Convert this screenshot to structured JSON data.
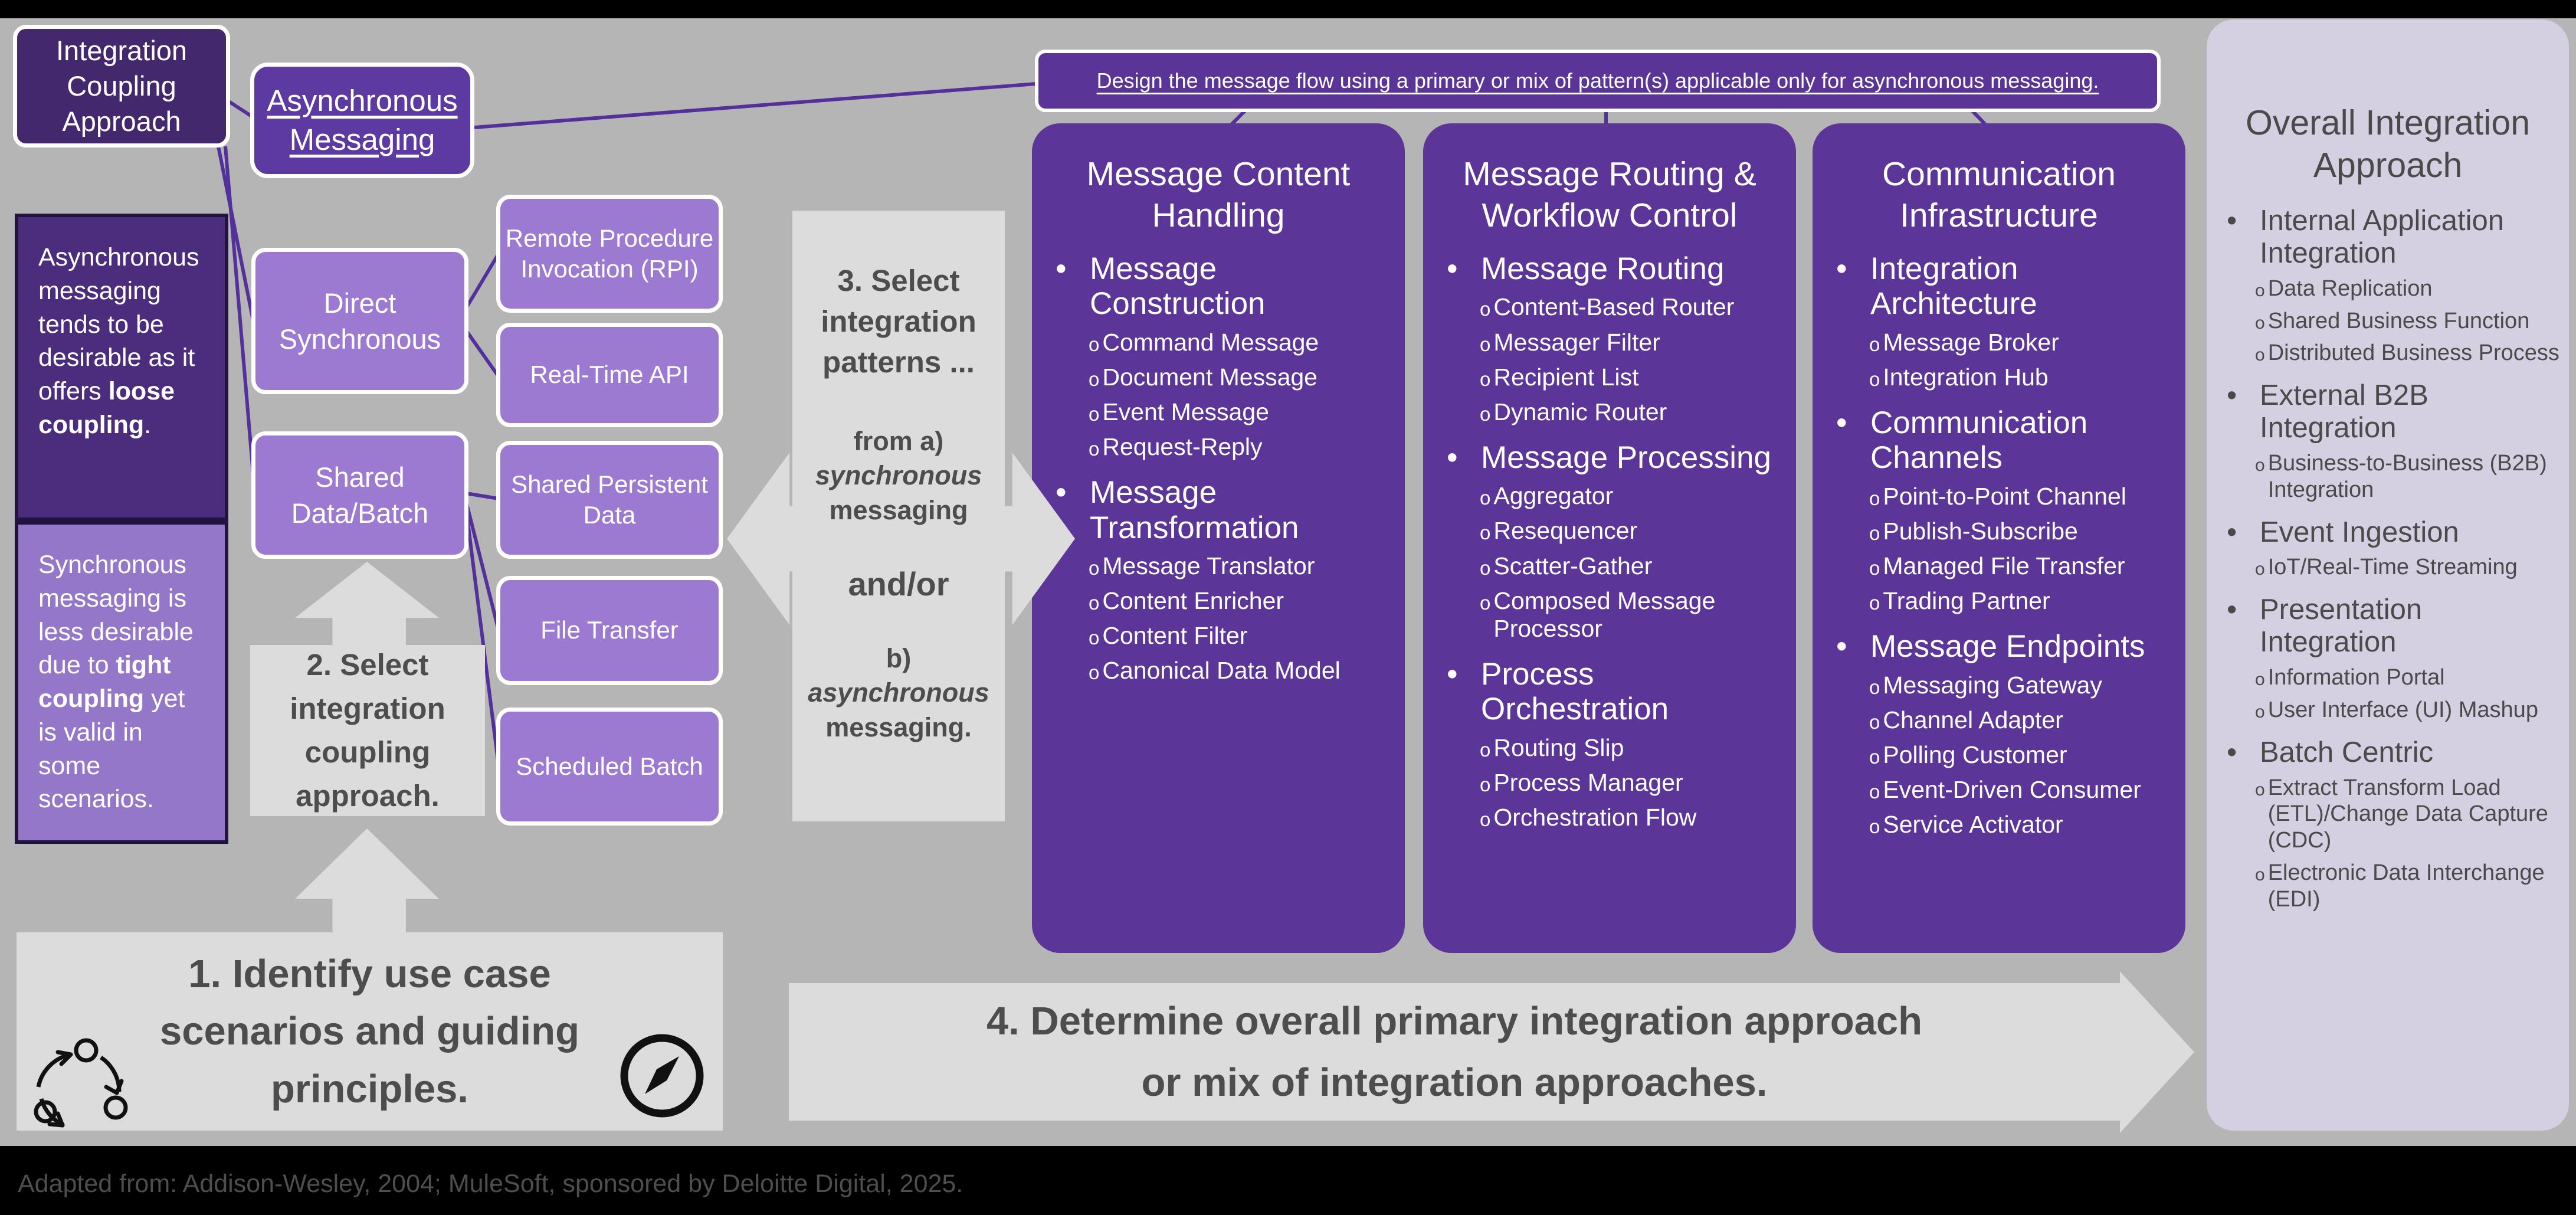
{
  "header": {
    "coupling_approach_label": "Integration Coupling Approach",
    "async_messaging_label": "Asynchronous Messaging",
    "banner_text": "Design the message flow using a primary or mix of pattern(s) applicable only for asynchronous messaging."
  },
  "notes": {
    "async": {
      "pre": "Asynchronous messaging tends to be desirable as it offers ",
      "bold": "loose coupling",
      "post": "."
    },
    "sync": {
      "pre": "Synchronous messaging is less desirable due to ",
      "bold": "tight coupling",
      "post": " yet is valid in some scenarios."
    }
  },
  "coupling_options": {
    "direct": "Direct Synchronous",
    "shared": "Shared Data/Batch"
  },
  "pattern_options": [
    "Remote Procedure Invocation (RPI)",
    "Real-Time API",
    "Shared Persistent Data",
    "File Transfer",
    "Scheduled Batch"
  ],
  "steps": {
    "step1_lines": [
      "1. Identify use case",
      "scenarios and guiding",
      "principles."
    ],
    "step2": "2. Select integration coupling approach.",
    "step3": {
      "heading": "3. Select integration patterns ...",
      "from_a": "from a)",
      "sync_word": "synchronous",
      "messaging_a": "messaging",
      "andor": "and/or",
      "b_label": "b)",
      "async_word": "asynchronous",
      "messaging_b": "messaging."
    },
    "step4_lines": [
      "4. Determine overall primary integration approach",
      "or mix of integration approaches."
    ]
  },
  "columns": [
    {
      "title": "Message Content Handling",
      "sections": [
        {
          "h": "Message Construction",
          "items": [
            "Command Message",
            "Document Message",
            "Event Message",
            "Request-Reply"
          ]
        },
        {
          "h": "Message Transformation",
          "items": [
            "Message Translator",
            "Content Enricher",
            "Content Filter",
            "Canonical Data Model"
          ]
        }
      ]
    },
    {
      "title": "Message Routing & Workflow Control",
      "sections": [
        {
          "h": "Message Routing",
          "items": [
            "Content-Based Router",
            "Messager Filter",
            "Recipient List",
            "Dynamic Router"
          ]
        },
        {
          "h": "Message Processing",
          "items": [
            "Aggregator",
            "Resequencer",
            "Scatter-Gather",
            "Composed Message Processor"
          ]
        },
        {
          "h": "Process Orchestration",
          "items": [
            "Routing Slip",
            "Process Manager",
            "Orchestration Flow"
          ]
        }
      ]
    },
    {
      "title": "Communication Infrastructure",
      "sections": [
        {
          "h": "Integration Architecture",
          "items": [
            "Message Broker",
            "Integration Hub"
          ]
        },
        {
          "h": "Communication Channels",
          "items": [
            "Point-to-Point Channel",
            "Publish-Subscribe",
            "Managed File Transfer",
            "Trading Partner"
          ]
        },
        {
          "h": "Message Endpoints",
          "items": [
            "Messaging Gateway",
            "Channel Adapter",
            "Polling Customer",
            "Event-Driven Consumer",
            "Service Activator"
          ]
        }
      ]
    }
  ],
  "right_panel": {
    "title": "Overall Integration Approach",
    "sections": [
      {
        "h": "Internal Application Integration",
        "items": [
          "Data Replication",
          "Shared Business Function",
          "Distributed Business Process"
        ]
      },
      {
        "h": "External B2B Integration",
        "items": [
          "Business-to-Business (B2B) Integration"
        ]
      },
      {
        "h": "Event Ingestion",
        "items": [
          "IoT/Real-Time Streaming"
        ]
      },
      {
        "h": "Presentation Integration",
        "items": [
          "Information Portal",
          "User Interface (UI) Mashup"
        ]
      },
      {
        "h": "Batch Centric",
        "items": [
          "Extract Transform Load (ETL)/Change Data Capture (CDC)",
          "Electronic Data Interchange (EDI)"
        ]
      }
    ]
  },
  "caption": "Adapted from: Addison-Wesley, 2004; MuleSoft, sponsored by Deloitte Digital, 2025.",
  "colors": {
    "background": "#b5b5b5",
    "dark_purple": "#44286e",
    "medium_purple": "#5d3aa1",
    "column_purple": "#5b3597",
    "light_purple": "#9d7ad2",
    "note_dark": "#4c2d7d",
    "note_light": "#9577c9",
    "panel_lavender": "#d4cfe1",
    "gray_box": "#dcdcdc",
    "text_dark": "#4d4d4d",
    "connector_purple": "#53309a"
  }
}
